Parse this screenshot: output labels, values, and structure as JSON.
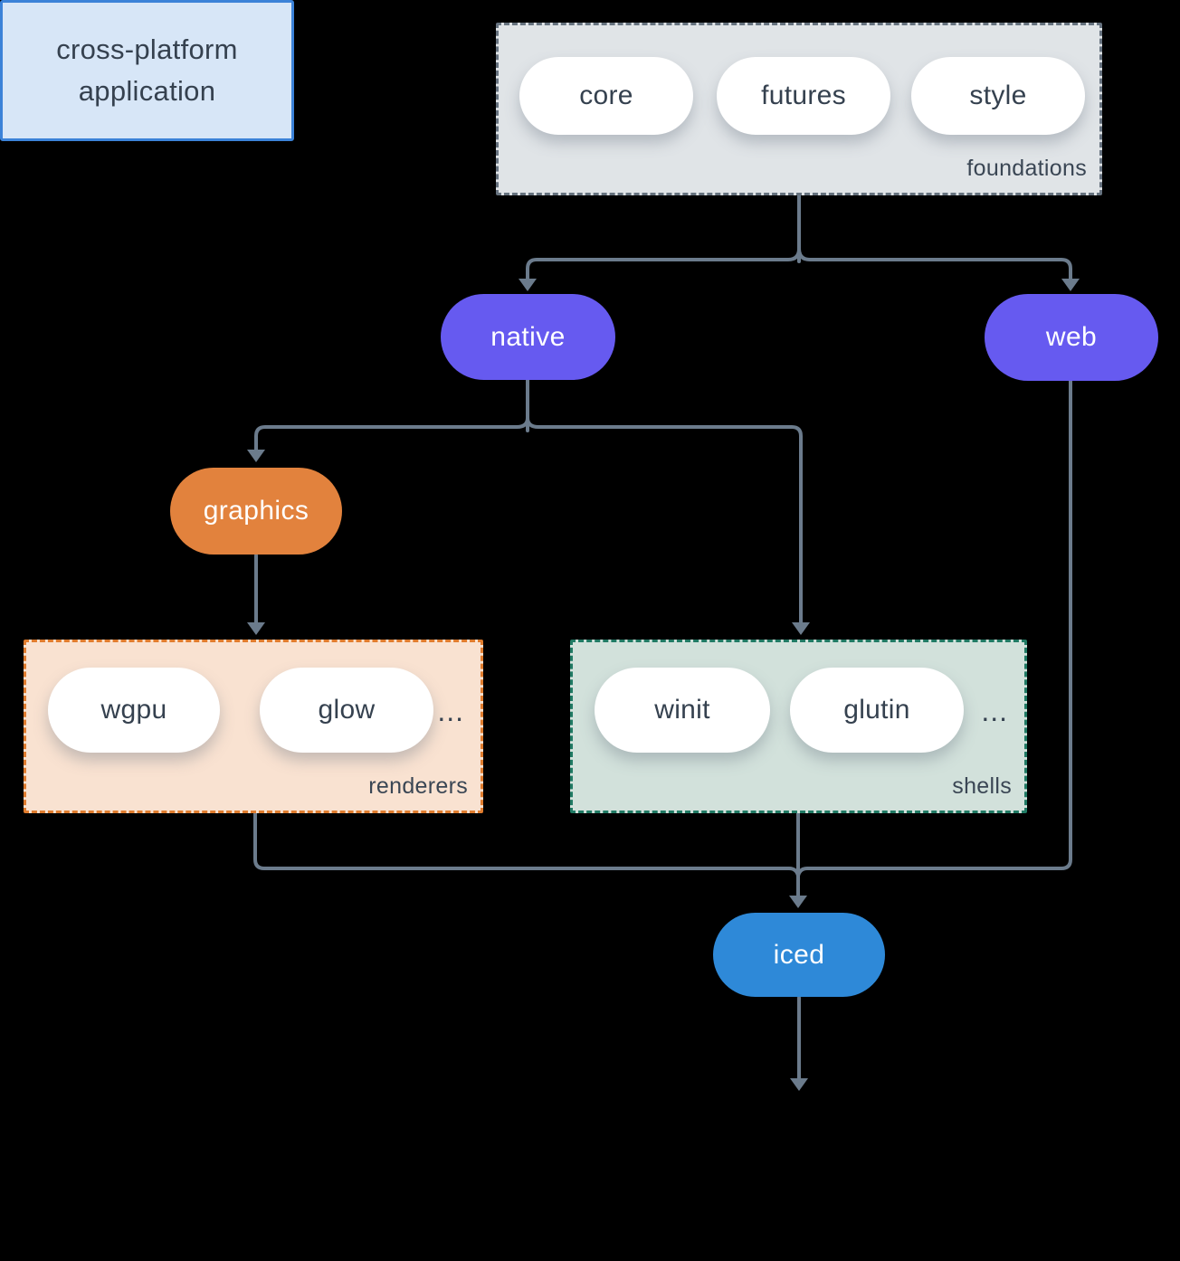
{
  "diagram": {
    "foundations": {
      "label": "foundations",
      "pills": [
        "core",
        "futures",
        "style"
      ]
    },
    "native": {
      "label": "native"
    },
    "web": {
      "label": "web"
    },
    "graphics": {
      "label": "graphics"
    },
    "renderers": {
      "label": "renderers",
      "pills": [
        "wgpu",
        "glow"
      ],
      "ellipsis": "..."
    },
    "shells": {
      "label": "shells",
      "pills": [
        "winit",
        "glutin"
      ],
      "ellipsis": "..."
    },
    "iced": {
      "label": "iced"
    },
    "application": {
      "label": "cross-platform application"
    }
  },
  "colors": {
    "background": "#000000",
    "arrow": "#6B7B8C",
    "node_purple": "#665AF0",
    "node_orange": "#E2823D",
    "node_blue": "#2E89D8",
    "foundations_fill": "#E0E4E7",
    "foundations_border": "#66727F",
    "renderers_fill": "#F9E2D1",
    "renderers_border": "#E07C2E",
    "shells_fill": "#D2E1DB",
    "shells_border": "#207A64",
    "application_fill": "#D7E6F7",
    "application_border": "#3B82D8",
    "pill_fill": "#FFFFFF",
    "text_dark": "#35414F"
  }
}
